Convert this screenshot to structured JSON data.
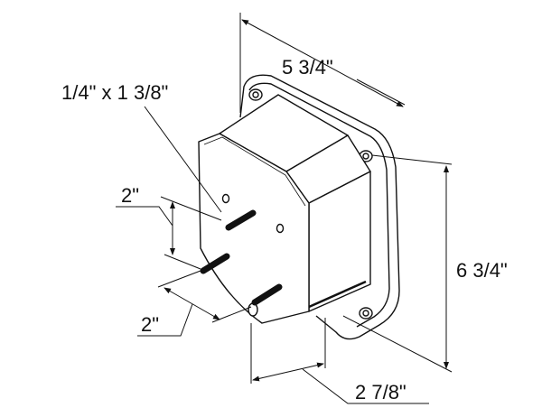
{
  "dimensions": {
    "width_label": "5 3/4\"",
    "height_label": "6 3/4\"",
    "depth_label": "2 7/8\"",
    "stud_label": "1/4\" x 1 3/8\"",
    "stud_vertical_spacing_label": "2\"",
    "stud_diagonal_spacing_label": "2\""
  },
  "colors": {
    "line": "#111111",
    "background": "#ffffff"
  }
}
